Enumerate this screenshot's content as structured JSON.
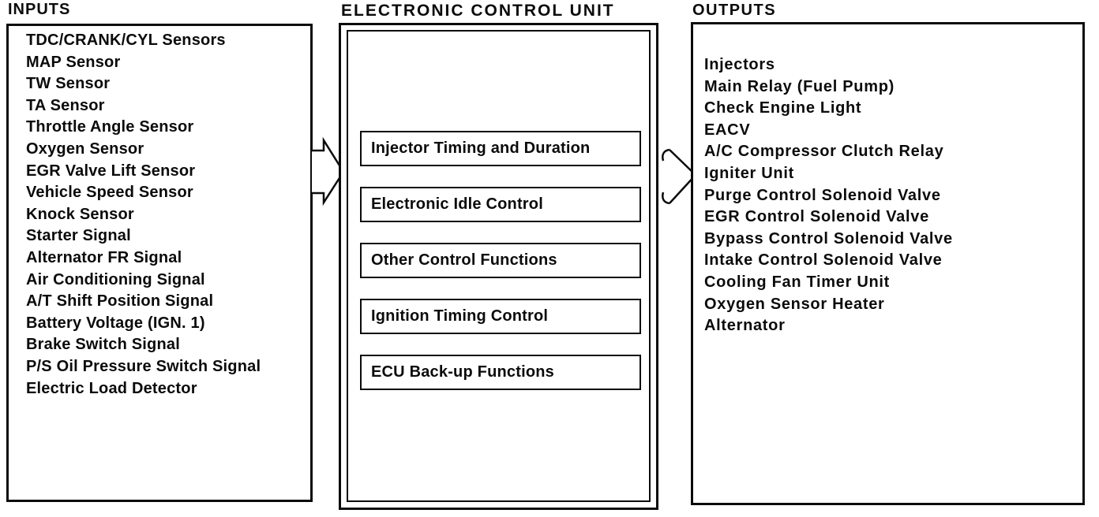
{
  "sections": {
    "inputs": {
      "title": "INPUTS",
      "items": [
        "TDC/CRANK/CYL Sensors",
        "MAP Sensor",
        "TW Sensor",
        "TA Sensor",
        "Throttle Angle Sensor",
        "Oxygen Sensor",
        "EGR Valve Lift Sensor",
        "Vehicle Speed Sensor",
        "Knock Sensor",
        "Starter Signal",
        "Alternator FR Signal",
        "Air Conditioning Signal",
        "A/T Shift Position Signal",
        "Battery Voltage (IGN. 1)",
        "Brake Switch Signal",
        "P/S Oil Pressure Switch Signal",
        "Electric Load Detector"
      ]
    },
    "ecu": {
      "title": "ELECTRONIC CONTROL UNIT",
      "functions": [
        "Injector Timing and Duration",
        "Electronic Idle Control",
        "Other Control Functions",
        "Ignition Timing Control",
        "ECU Back-up Functions"
      ]
    },
    "outputs": {
      "title": "OUTPUTS",
      "items": [
        "Injectors",
        "Main Relay (Fuel Pump)",
        "Check Engine Light",
        "EACV",
        "A/C Compressor Clutch Relay",
        "Igniter Unit",
        "Purge Control Solenoid Valve",
        "EGR Control Solenoid Valve",
        "Bypass Control Solenoid Valve",
        "Intake Control Solenoid Valve",
        "Cooling Fan Timer Unit",
        "Oxygen Sensor Heater",
        "Alternator"
      ]
    }
  },
  "icons": {
    "flow_arrow_1": "inputs-to-ecu-arrow",
    "flow_arrow_2": "ecu-to-outputs-arrow"
  },
  "colors": {
    "ink": "#0b0b0b",
    "paper": "#ffffff"
  }
}
